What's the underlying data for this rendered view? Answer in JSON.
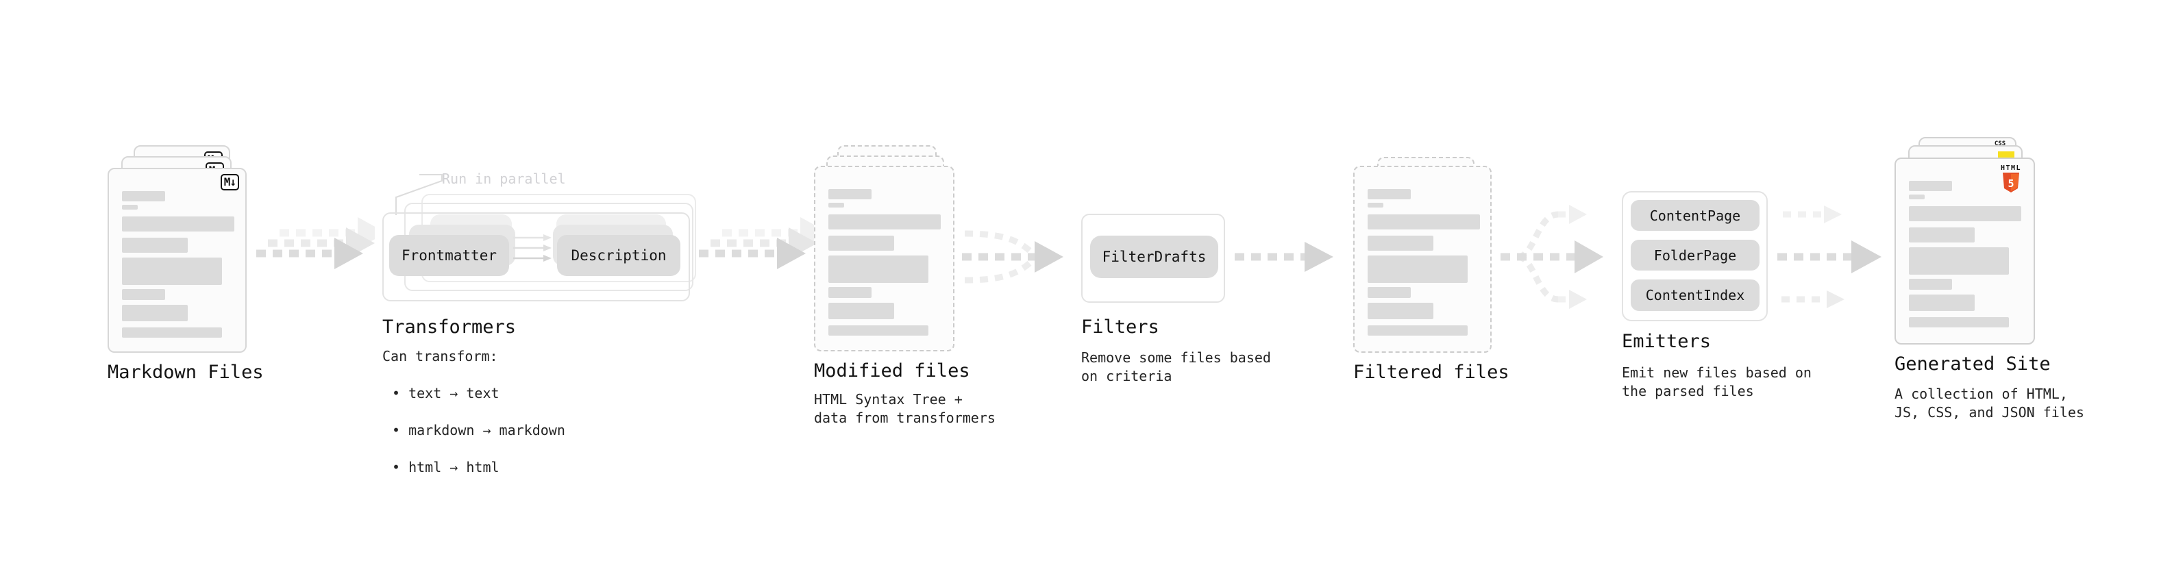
{
  "colors": {
    "html5_orange": "#e44d26",
    "html5_orange_light": "#f16529",
    "js_yellow": "#f7df1e",
    "css_blue": "#1f6feb",
    "pill_gray": "#dcdcdc",
    "placeholder_bar_gray": "#dbdbdb",
    "arrow_gray": "#dcdcdc"
  },
  "stages": {
    "markdown_files": {
      "label": "Markdown Files",
      "badge": "M↓"
    },
    "transformers": {
      "heading": "Transformers",
      "note": "Run in parallel",
      "pill_left": "Frontmatter",
      "pill_right": "Description",
      "description": "Can transform:",
      "bullets": [
        "• text → text",
        "• markdown → markdown",
        "• html → html"
      ]
    },
    "modified_files": {
      "label": "Modified files",
      "description": "HTML Syntax Tree +\ndata from transformers"
    },
    "filters": {
      "heading": "Filters",
      "pill": "FilterDrafts",
      "description": "Remove some files based\non criteria"
    },
    "filtered_files": {
      "label": "Filtered files"
    },
    "emitters": {
      "heading": "Emitters",
      "pills": [
        "ContentPage",
        "FolderPage",
        "ContentIndex"
      ],
      "description": "Emit new files based on\nthe parsed files"
    },
    "generated_site": {
      "label": "Generated Site",
      "description": "A collection of HTML,\nJS, CSS, and JSON files",
      "badges": {
        "html_word": "HTML",
        "html_number": "5",
        "css_word": "CSS"
      }
    }
  }
}
